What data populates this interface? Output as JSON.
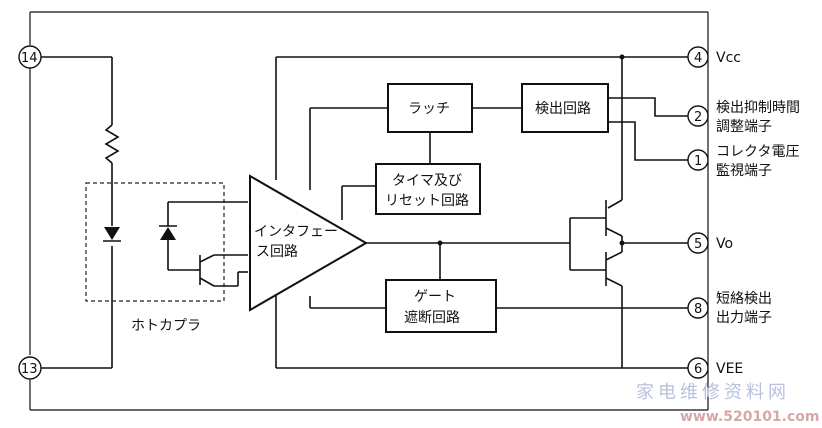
{
  "pins": {
    "p14": "14",
    "p13": "13",
    "p4": "4",
    "p2": "2",
    "p1": "1",
    "p5": "5",
    "p8": "8",
    "p6": "6"
  },
  "pin_labels": {
    "vcc": "Vcc",
    "detect_time_1": "検出抑制時間",
    "detect_time_2": "調整端子",
    "collector_1": "コレクタ電圧",
    "collector_2": "監視端子",
    "vo": "Vo",
    "short_1": "短絡検出",
    "short_2": "出力端子",
    "vee": "VEE"
  },
  "blocks": {
    "latch": "ラッチ",
    "detect": "検出回路",
    "timer_1": "タイマ及び",
    "timer_2": "リセット回路",
    "gate_1": "ゲート",
    "gate_2": "遮断回路",
    "interface_1": "インタフェー",
    "interface_2": "ス回路",
    "photocoupler": "ホトカプラ"
  },
  "watermark": {
    "cn": "家电维修资料网",
    "url": "www.520101.com"
  }
}
